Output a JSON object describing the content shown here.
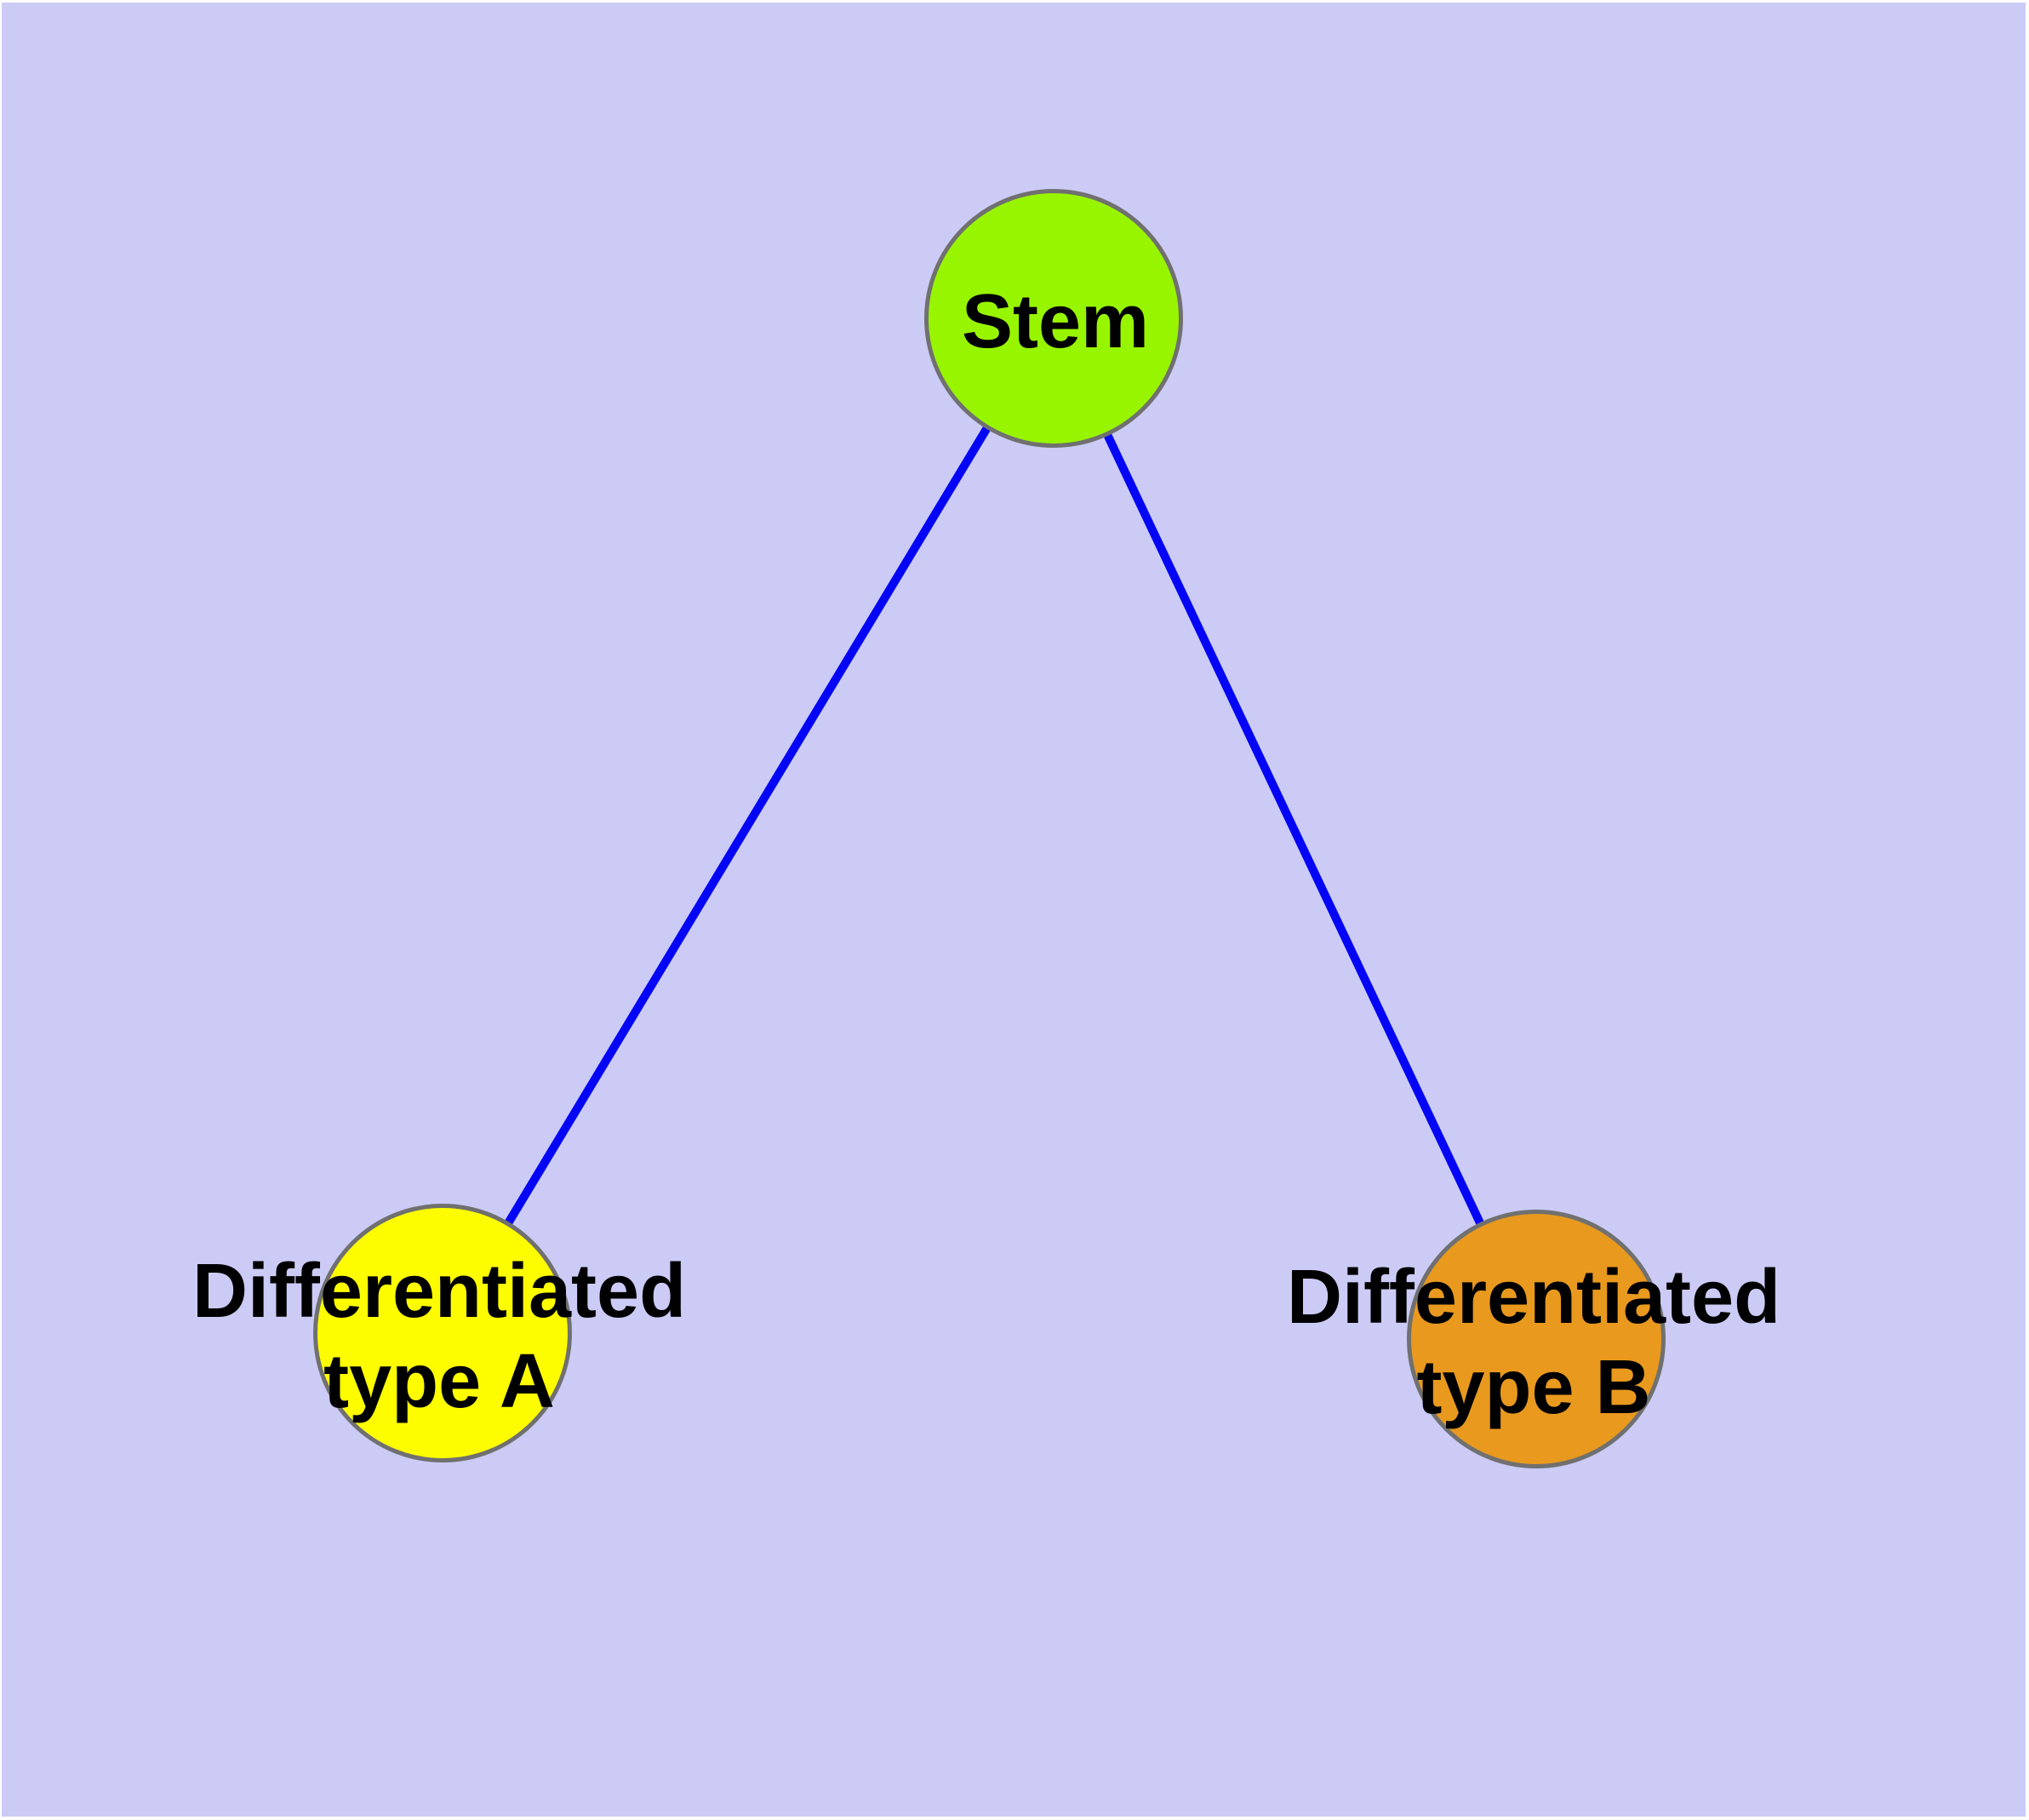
{
  "diagram": {
    "type": "graph",
    "colors": {
      "frame": "#ffffff",
      "background": "#cbcbf6",
      "edge": "#0505f5",
      "node_border": "#707070",
      "label_text": "#000000"
    },
    "nodes": [
      {
        "id": "stem",
        "label": "Stem",
        "fill": "#98f500"
      },
      {
        "id": "type-a",
        "label_line1": "Differentiated",
        "label_line2": "type A",
        "fill": "#fdfd00"
      },
      {
        "id": "type-b",
        "label_line1": "Differentiated",
        "label_line2": "type B",
        "fill": "#e8991e"
      }
    ],
    "edges": [
      {
        "from": "Stem",
        "to": "Differentiated type A"
      },
      {
        "from": "Stem",
        "to": "Differentiated type B"
      }
    ]
  }
}
